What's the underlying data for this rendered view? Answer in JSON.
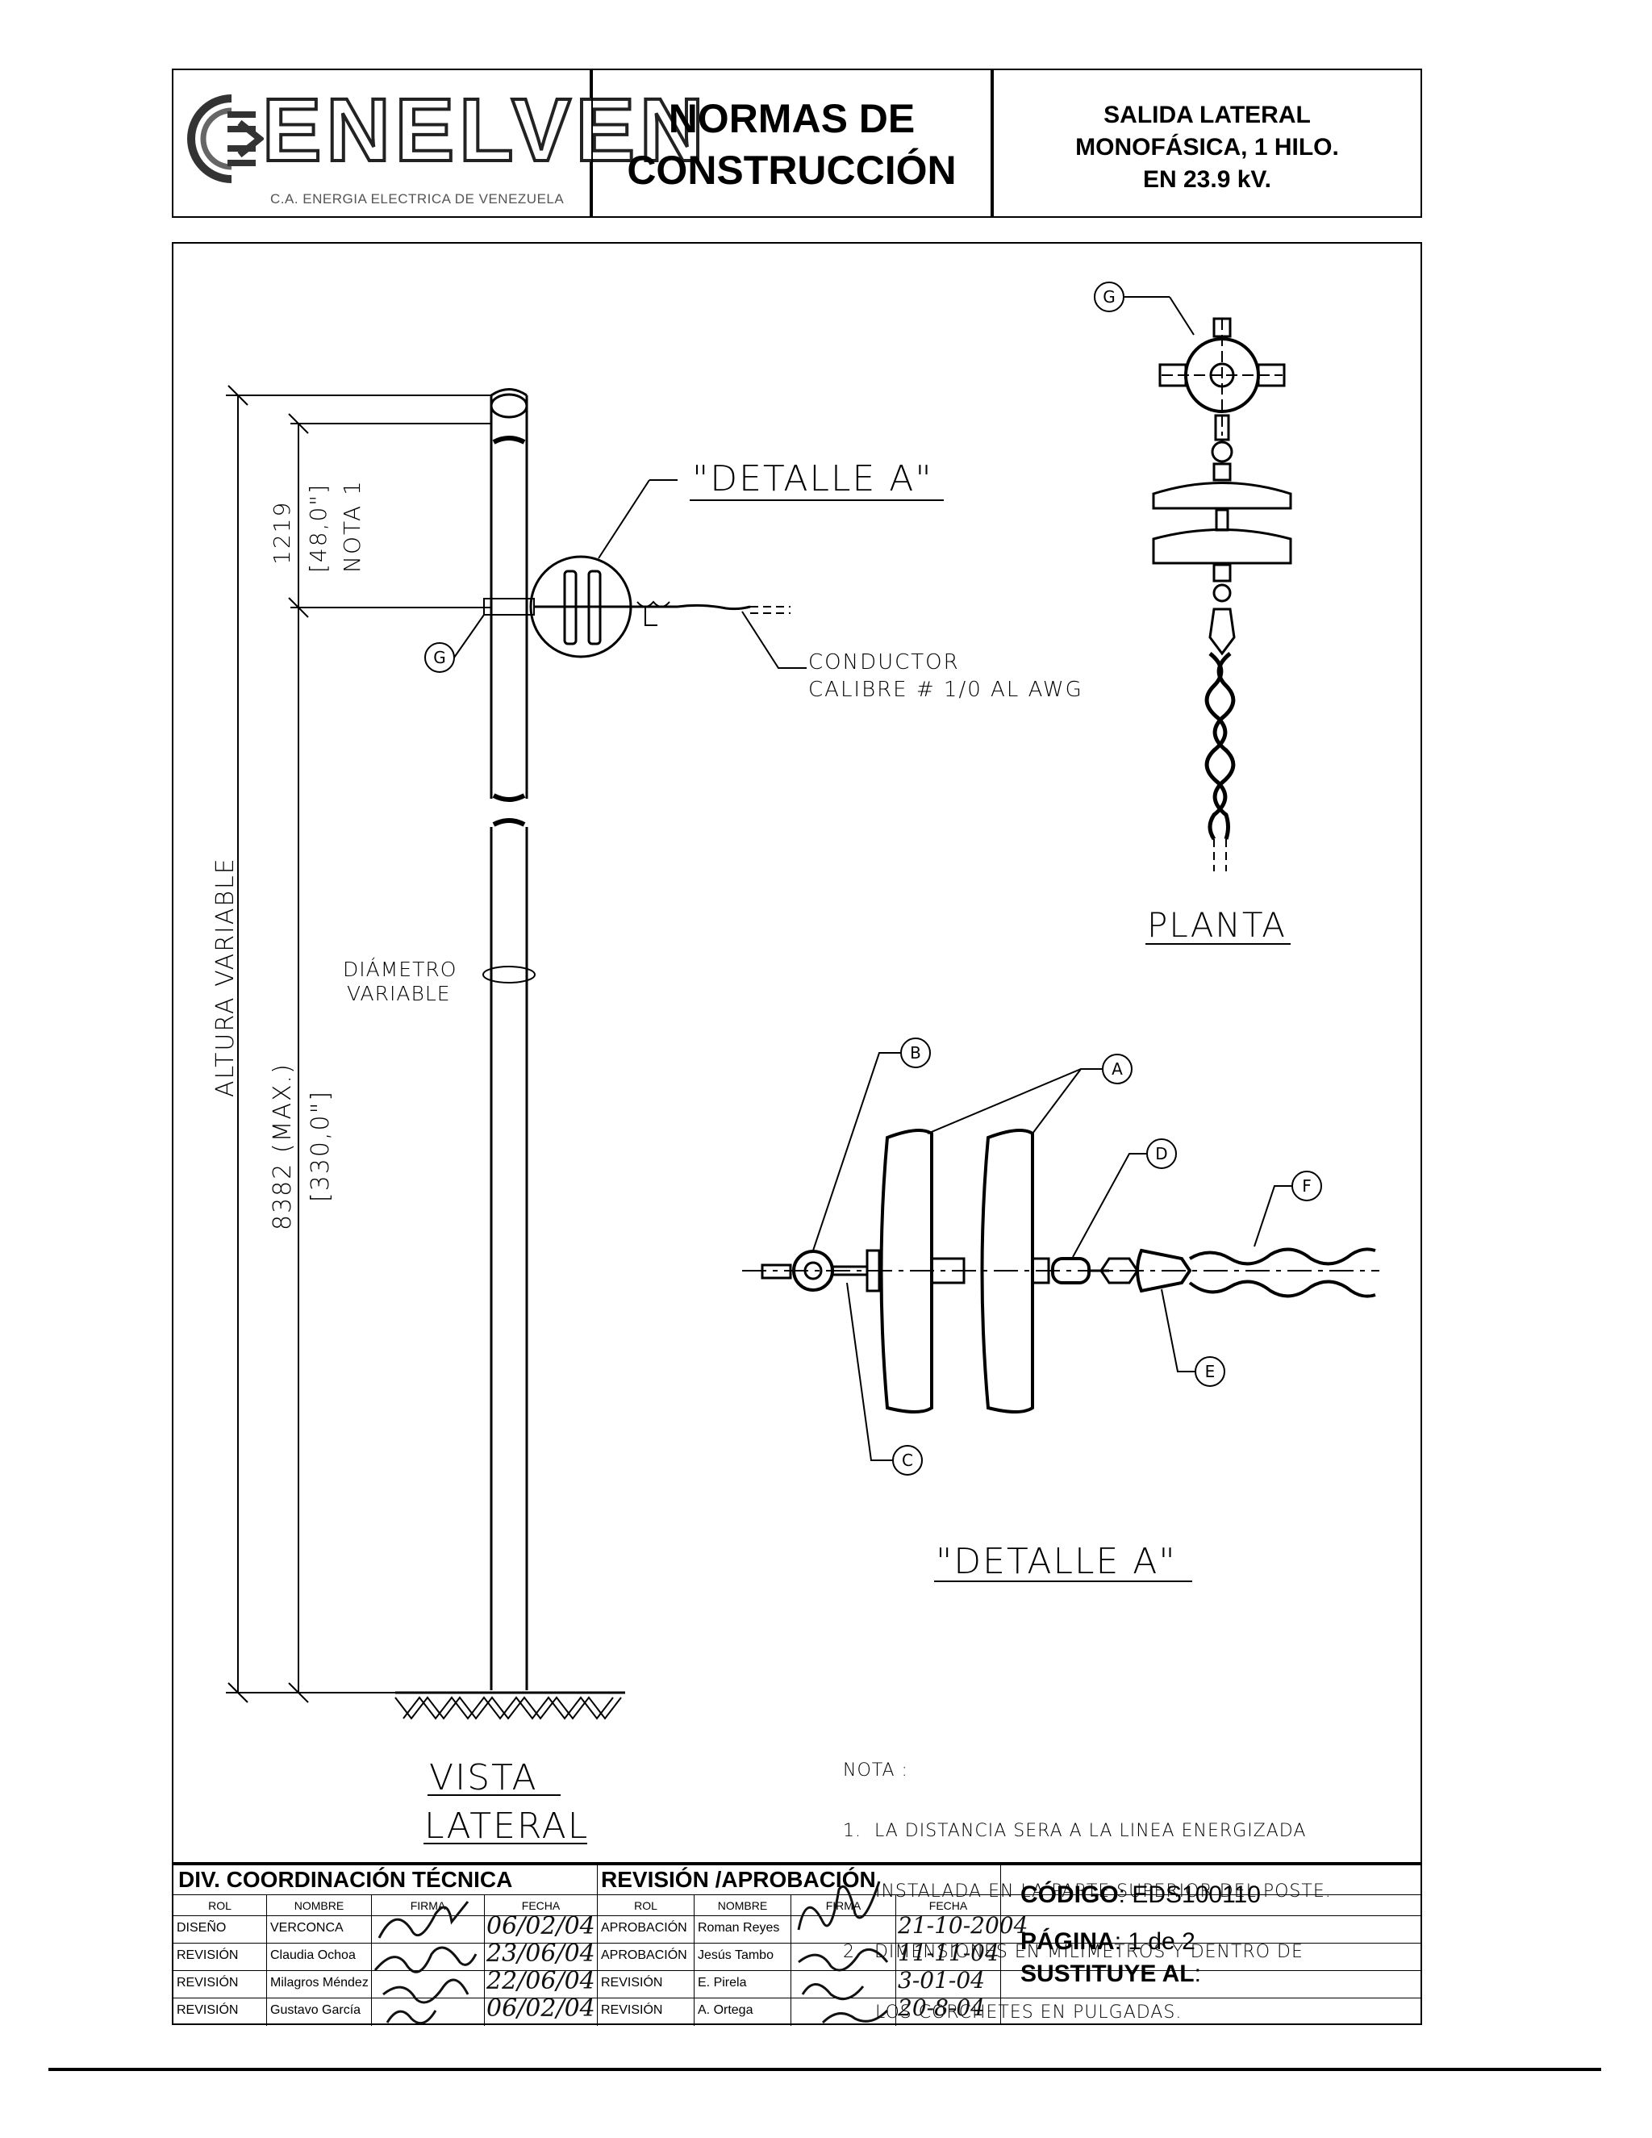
{
  "header": {
    "logo_word": "ENELVEN",
    "logo_subtitle": "C.A. ENERGIA ELECTRICA DE VENEZUELA",
    "title_line1": "NORMAS DE",
    "title_line2": "CONSTRUCCIÓN",
    "subtitle_line1": "SALIDA LATERAL",
    "subtitle_line2": "MONOFÁSICA, 1 HILO.",
    "subtitle_line3": "EN 23.9 kV."
  },
  "drawing": {
    "detail_a_callout": "\"DETALLE A\"",
    "dim_top_mm": "1219",
    "dim_top_in": "[48,0\"]",
    "dim_top_note": "NOTA 1",
    "dim_total_label": "ALTURA VARIABLE",
    "dim_total_mm": "8382 (MAX.)",
    "dim_total_in": "[330,0\"]",
    "diameter_line1": "DIÁMETRO",
    "diameter_line2": "VARIABLE",
    "conductor_line1": "CONDUCTOR",
    "conductor_line2": "CALIBRE # 1/0 AL AWG",
    "label_g": "G",
    "planta_title": "PLANTA",
    "detail_title": "\"DETALLE A\"",
    "vista_line1": "VISTA",
    "vista_line2": "LATERAL",
    "callouts": [
      "A",
      "B",
      "C",
      "D",
      "E",
      "F",
      "G"
    ]
  },
  "notes": {
    "heading": "NOTA :",
    "items": [
      "1.  LA DISTANCIA SERA A LA LINEA ENERGIZADA",
      "     INSTALADA EN LA PARTE SUPERIOR DEL POSTE.",
      "2.  DIMENSIONES EN MILÍMETROS Y DENTRO DE",
      "     LOS CORCHETES EN PULGADAS."
    ]
  },
  "title_block": {
    "left_heading": "DIV.  COORDINACIÓN TÉCNICA",
    "right_heading": "REVISIÓN /APROBACIÓN",
    "col_headers_left": [
      "ROL",
      "NOMBRE",
      "FIRMA",
      "FECHA"
    ],
    "col_headers_right": [
      "ROL",
      "NOMBRE",
      "FIRMA",
      "FECHA"
    ],
    "left_rows": [
      {
        "rol": "DISEÑO",
        "nombre": "VERCONCA",
        "fecha": "06/02/04"
      },
      {
        "rol": "REVISIÓN",
        "nombre": "Claudia Ochoa",
        "fecha": "23/06/04"
      },
      {
        "rol": "REVISIÓN",
        "nombre": "Milagros Méndez",
        "fecha": "22/06/04"
      },
      {
        "rol": "REVISIÓN",
        "nombre": "Gustavo García",
        "fecha": "06/02/04"
      }
    ],
    "right_rows": [
      {
        "rol": "APROBACIÓN",
        "nombre": "Roman Reyes",
        "fecha": "21-10-2004"
      },
      {
        "rol": "APROBACIÓN",
        "nombre": "Jesús Tambo",
        "fecha": "11-11-04"
      },
      {
        "rol": "REVISIÓN",
        "nombre": "E. Pirela",
        "fecha": "3-01-04"
      },
      {
        "rol": "REVISIÓN",
        "nombre": "A. Ortega",
        "fecha": "20-8-04"
      }
    ],
    "codigo_label": "CÓDIGO",
    "codigo_value": ": EDS100110",
    "pagina_label": "PÁGINA",
    "pagina_value": ": 1 de 2",
    "sustituye_label": "SUSTITUYE AL",
    "sustituye_value": ":"
  }
}
